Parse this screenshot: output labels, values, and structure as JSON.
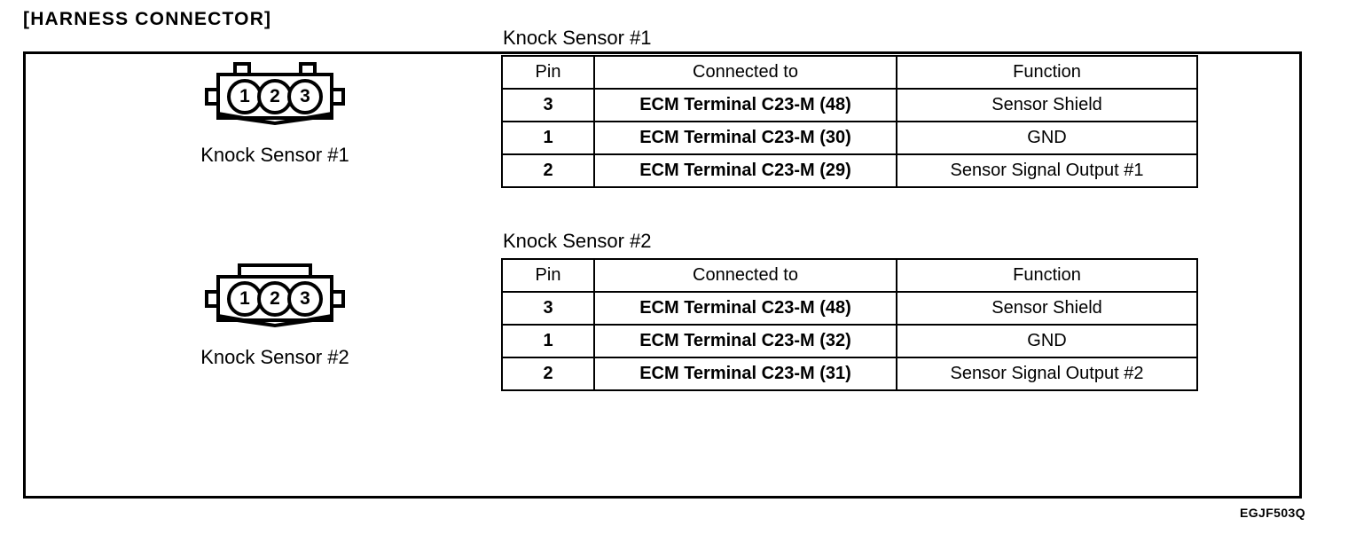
{
  "page": {
    "section_title": "[HARNESS CONNECTOR]",
    "figure_code": "EGJF503Q",
    "ink_color": "#000000",
    "background_color": "#ffffff"
  },
  "connectors": [
    {
      "caption": "Knock Sensor #1",
      "top_tab_style": "two-small-tabs",
      "pins": [
        "1",
        "2",
        "3"
      ]
    },
    {
      "caption": "Knock Sensor #2",
      "top_tab_style": "one-wide-tab",
      "pins": [
        "1",
        "2",
        "3"
      ]
    }
  ],
  "tables": [
    {
      "heading": "Knock Sensor #1",
      "columns": [
        "Pin",
        "Connected to",
        "Function"
      ],
      "rows": [
        {
          "pin": "3",
          "connected_to": "ECM Terminal C23-M (48)",
          "function": "Sensor Shield"
        },
        {
          "pin": "1",
          "connected_to": "ECM Terminal C23-M (30)",
          "function": "GND"
        },
        {
          "pin": "2",
          "connected_to": "ECM Terminal C23-M (29)",
          "function": "Sensor Signal Output #1"
        }
      ]
    },
    {
      "heading": "Knock Sensor #2",
      "columns": [
        "Pin",
        "Connected to",
        "Function"
      ],
      "rows": [
        {
          "pin": "3",
          "connected_to": "ECM Terminal C23-M (48)",
          "function": "Sensor Shield"
        },
        {
          "pin": "1",
          "connected_to": "ECM Terminal C23-M (32)",
          "function": "GND"
        },
        {
          "pin": "2",
          "connected_to": "ECM Terminal C23-M (31)",
          "function": "Sensor Signal Output #2"
        }
      ]
    }
  ]
}
